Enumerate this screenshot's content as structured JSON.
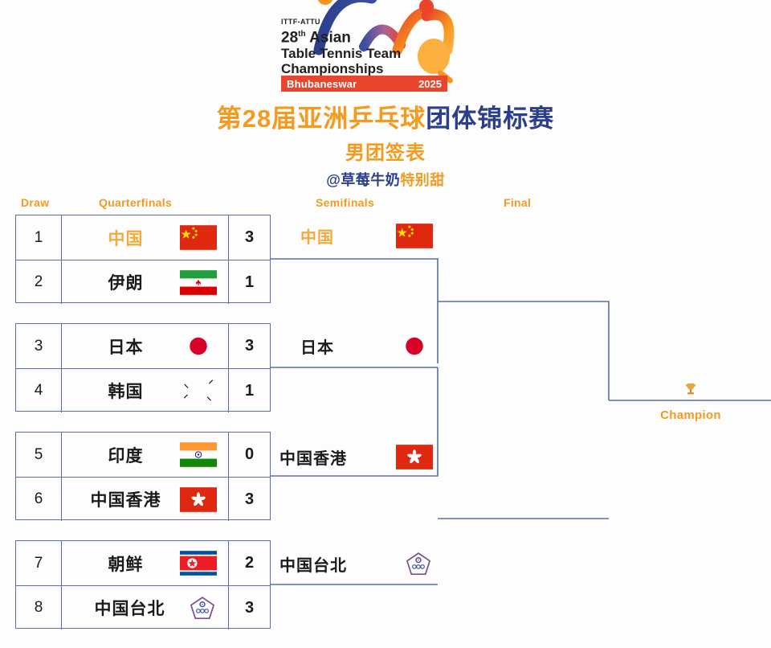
{
  "logo": {
    "federation": "ITTF-ATTU",
    "line1_num": "28",
    "line1_sup": "th",
    "line1_rest": "Asian",
    "line2": "Table Tennis Team",
    "line3": "Championships",
    "city": "Bhubaneswar",
    "year": "2025"
  },
  "title": {
    "main_orange": "第28届亚洲乒乓球",
    "main_blue": "团体锦标赛",
    "subtitle": "男团签表",
    "handle_blue": "@草莓牛奶",
    "handle_orange": "特别甜"
  },
  "headers": {
    "draw": "Draw",
    "quarterfinals": "Quarterfinals",
    "semifinals": "Semifinals",
    "final": "Final"
  },
  "quarterfinals": [
    {
      "top": {
        "seed": "1",
        "team": "中国",
        "flag": "flag-china",
        "score": "3",
        "winner": true
      },
      "bottom": {
        "seed": "2",
        "team": "伊朗",
        "flag": "flag-iran",
        "score": "1",
        "winner": false
      }
    },
    {
      "top": {
        "seed": "3",
        "team": "日本",
        "flag": "flag-japan",
        "score": "3",
        "winner": true
      },
      "bottom": {
        "seed": "4",
        "team": "韩国",
        "flag": "flag-korea",
        "score": "1",
        "winner": false
      }
    },
    {
      "top": {
        "seed": "5",
        "team": "印度",
        "flag": "flag-india",
        "score": "0",
        "winner": false
      },
      "bottom": {
        "seed": "6",
        "team": "中国香港",
        "flag": "flag-hongkong",
        "score": "3",
        "winner": true
      }
    },
    {
      "top": {
        "seed": "7",
        "team": "朝鲜",
        "flag": "flag-north-korea",
        "score": "2",
        "winner": false
      },
      "bottom": {
        "seed": "8",
        "team": "中国台北",
        "flag": "flag-chinese-taipei",
        "score": "3",
        "winner": true
      }
    }
  ],
  "semifinals": [
    {
      "team": "中国",
      "flag": "flag-china",
      "highlight": true
    },
    {
      "team": "日本",
      "flag": "flag-japan",
      "highlight": false
    },
    {
      "team": "中国香港",
      "flag": "flag-hongkong",
      "highlight": false
    },
    {
      "team": "中国台北",
      "flag": "flag-chinese-taipei",
      "highlight": false
    }
  ],
  "champion": {
    "trophy_icon": "trophy-icon",
    "label": "Champion",
    "team": ""
  },
  "colors": {
    "orange": "#f49a1e",
    "blue": "#2b3f8c",
    "bracket_line": "#5b6ea8",
    "logo_red": "#e8452c"
  }
}
